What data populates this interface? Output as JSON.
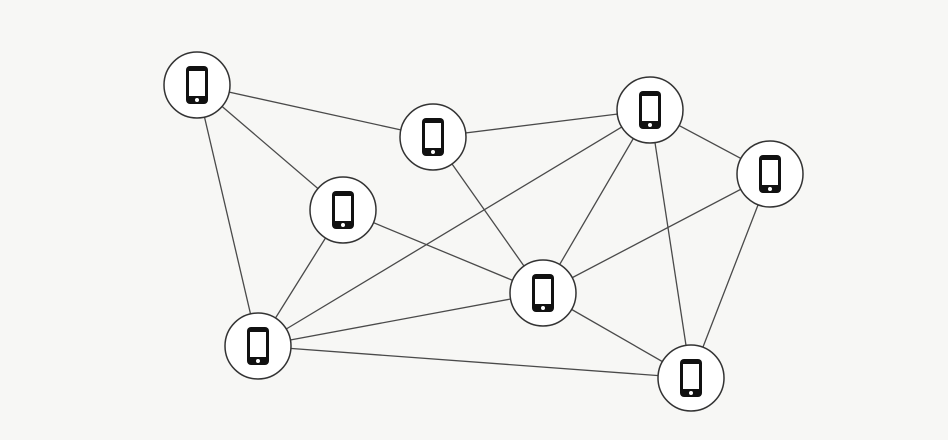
{
  "diagram": {
    "node_icon": "smartphone-icon",
    "colors": {
      "line": "#4a4a4a",
      "node_fill": "#ffffff",
      "icon": "#111111",
      "background": "#f7f7f5"
    },
    "nodes": [
      "A",
      "B",
      "C",
      "D",
      "E",
      "F",
      "G",
      "H"
    ],
    "edges": [
      [
        "A",
        "B"
      ],
      [
        "A",
        "E"
      ],
      [
        "A",
        "G"
      ],
      [
        "B",
        "C"
      ],
      [
        "B",
        "F"
      ],
      [
        "C",
        "D"
      ],
      [
        "C",
        "G"
      ],
      [
        "C",
        "F"
      ],
      [
        "C",
        "H"
      ],
      [
        "D",
        "F"
      ],
      [
        "D",
        "H"
      ],
      [
        "E",
        "G"
      ],
      [
        "E",
        "F"
      ],
      [
        "G",
        "F"
      ],
      [
        "G",
        "H"
      ],
      [
        "F",
        "H"
      ]
    ]
  }
}
